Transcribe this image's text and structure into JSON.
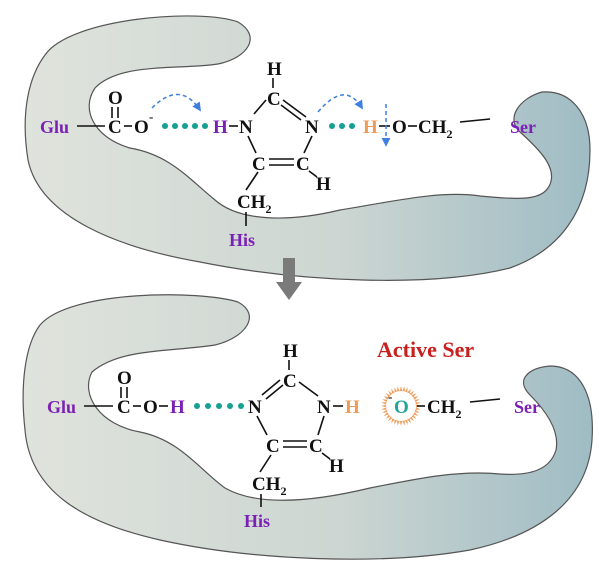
{
  "colors": {
    "protein_fill_left": "#dfe3dc",
    "protein_fill_right": "#9fbcc4",
    "residue_label": "#7b1fb5",
    "transferring_h": "#ef9a56",
    "hbond_dots": "#15a091",
    "electron_arrow": "#3f7fe0",
    "transition_arrow": "#7a7a7a",
    "title": "#c8201e",
    "halo": "#f0a060"
  },
  "top_panel": {
    "glu_label": "Glu",
    "his_label": "His",
    "ser_label": "Ser",
    "atoms": {
      "carboxyl_o_top": "O",
      "carboxyl_c": "C",
      "carboxylate_o": "O",
      "carboxylate_charge": "-",
      "nh_h": "H",
      "ring_n1": "N",
      "ring_c2": "C",
      "ring_c2_h": "H",
      "ring_n3": "N",
      "ring_c4": "C",
      "ring_c5": "C",
      "ring_c5_h": "H",
      "ch2": "CH",
      "ch2_sub": "2",
      "ser_h": "H",
      "ser_o": "O",
      "ser_ch2": "CH",
      "ser_ch2_sub": "2"
    }
  },
  "bottom_panel": {
    "title": "Active Ser",
    "glu_label": "Glu",
    "his_label": "His",
    "ser_label": "Ser",
    "atoms": {
      "carboxyl_o_top": "O",
      "carboxyl_c": "C",
      "hydroxyl_o": "O",
      "hydroxyl_h": "H",
      "ring_n1": "N",
      "ring_c2": "C",
      "ring_c2_h": "H",
      "ring_n3": "N",
      "ring_n3_h": "H",
      "ring_c4": "C",
      "ring_c5": "C",
      "ring_c5_h": "H",
      "ch2": "CH",
      "ch2_sub": "2",
      "alkoxide_charge": "-",
      "alkoxide_o": "O",
      "ser_ch2": "CH",
      "ser_ch2_sub": "2"
    }
  }
}
